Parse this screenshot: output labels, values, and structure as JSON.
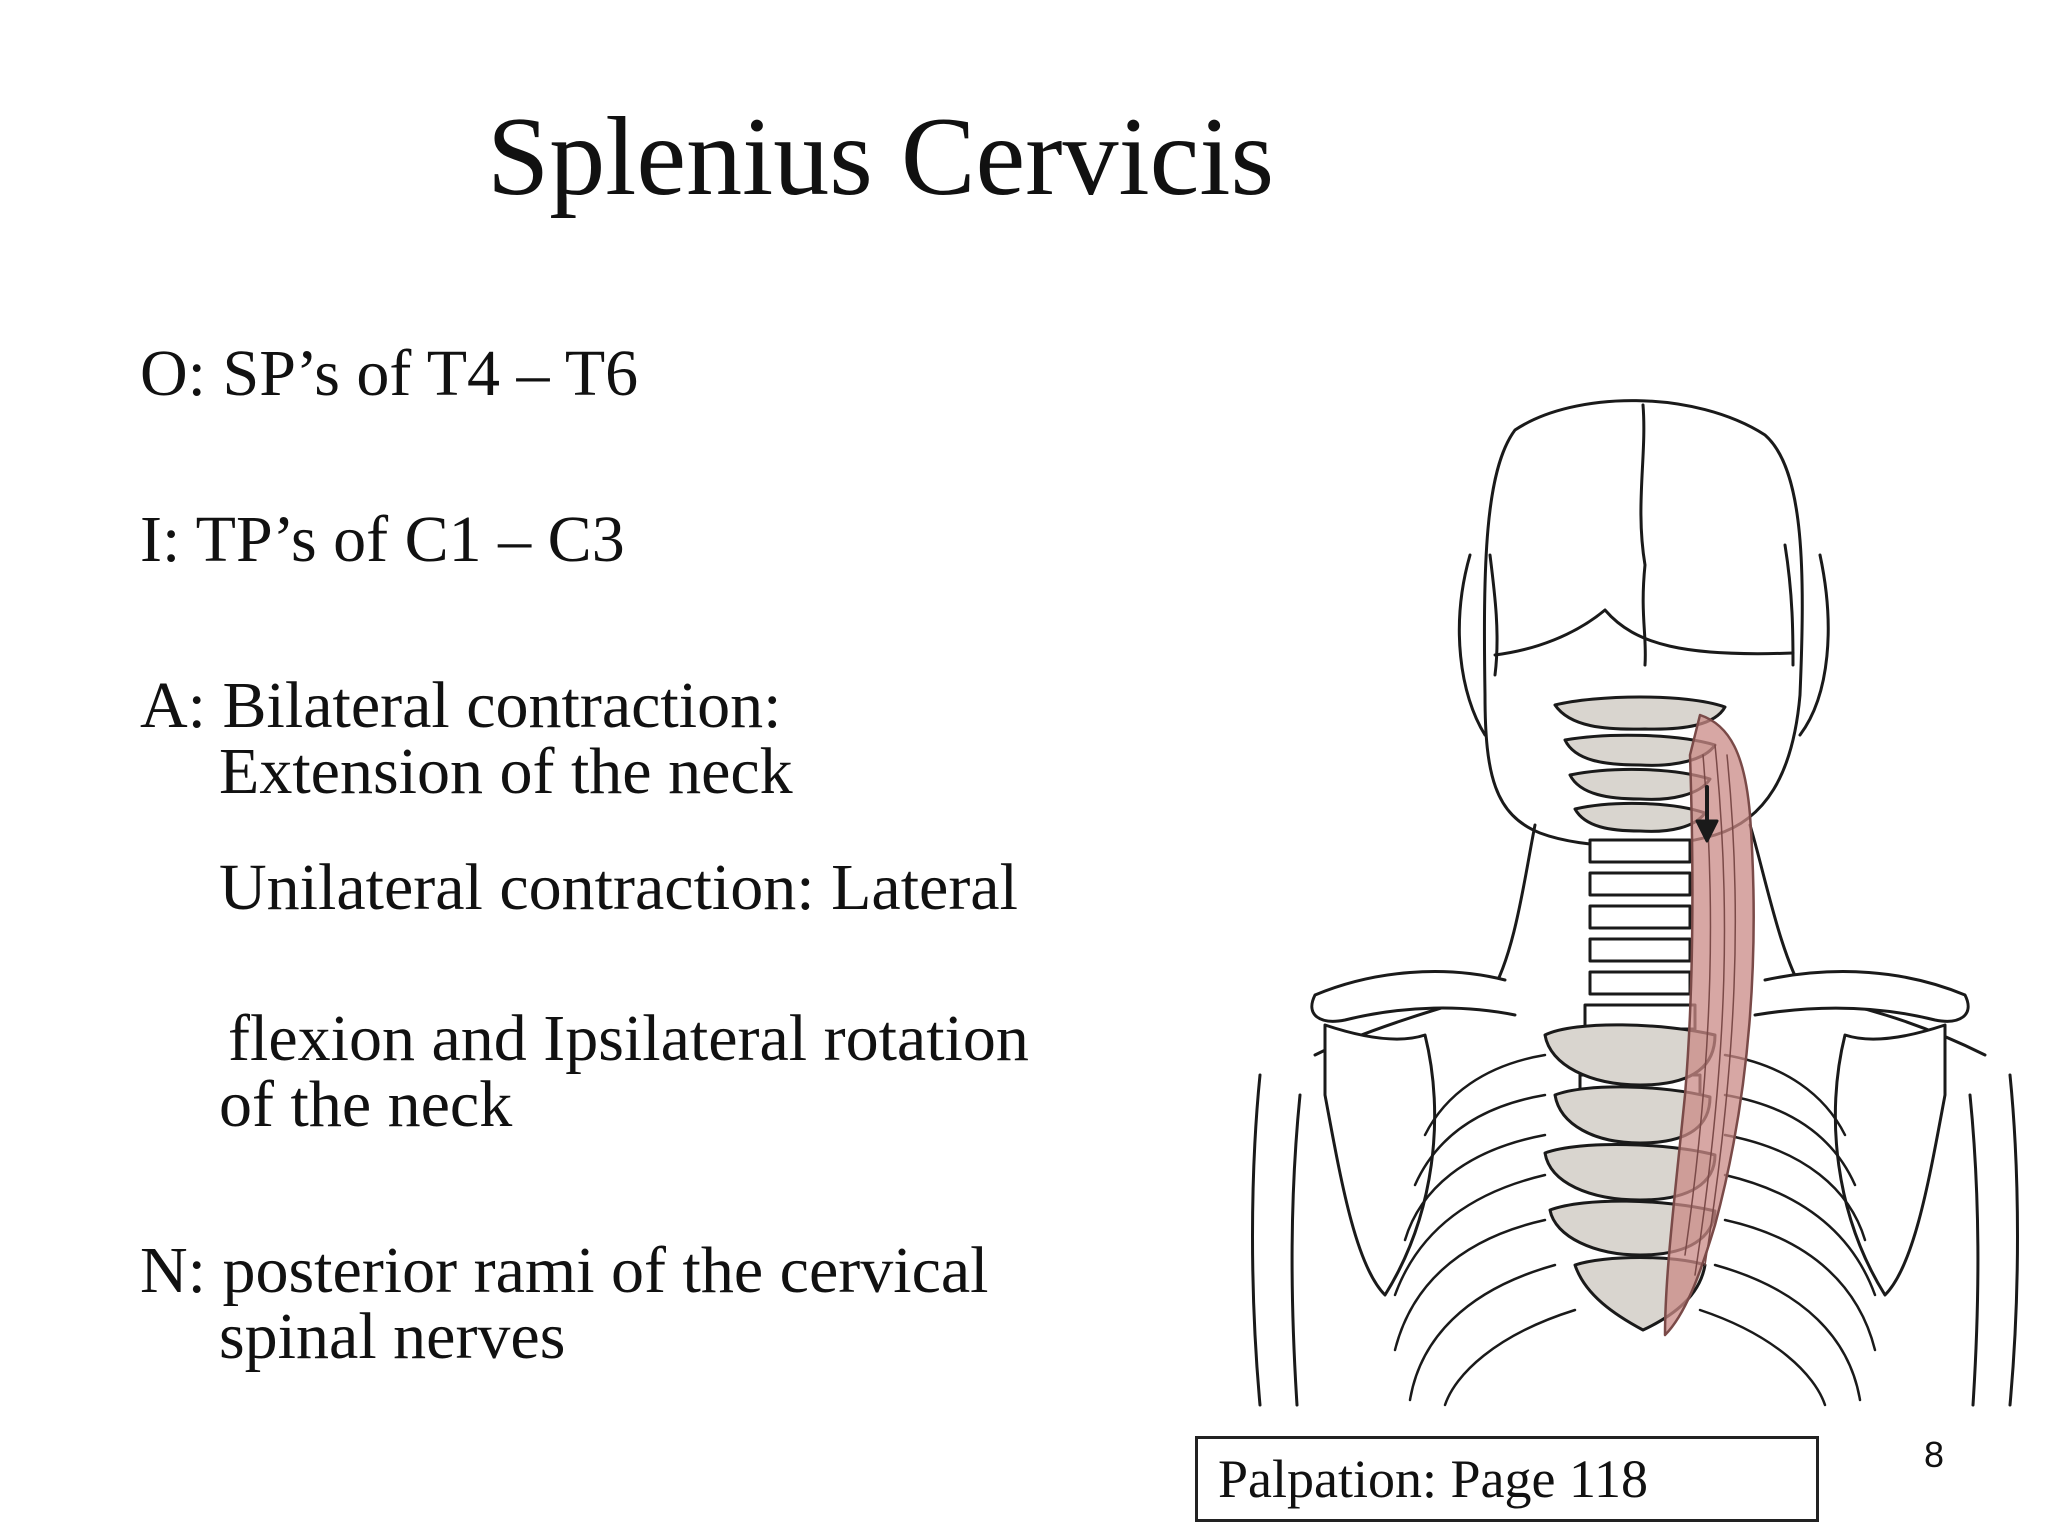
{
  "slide": {
    "title": "Splenius Cervicis",
    "origin": "O: SP’s of T4 – T6",
    "insertion": "I: TP’s of C1 – C3",
    "action_label": "A: Bilateral contraction:",
    "action_line2": "Extension of  the neck",
    "action_line3": "Unilateral contraction: Lateral",
    "action_line4": "flexion and Ipsilateral rotation",
    "action_line5": "of  the neck",
    "nerve_label": "N: posterior rami of the cervical",
    "nerve_line2": "spinal nerves",
    "palpation": "Palpation:  Page 118",
    "page_number": "8"
  },
  "figure": {
    "muscle_color": "#c98a86",
    "bone_shade_color": "#d9d5cf",
    "line_color": "#1a1a1a",
    "icon": "posterior-skeleton-neck-illustration"
  }
}
